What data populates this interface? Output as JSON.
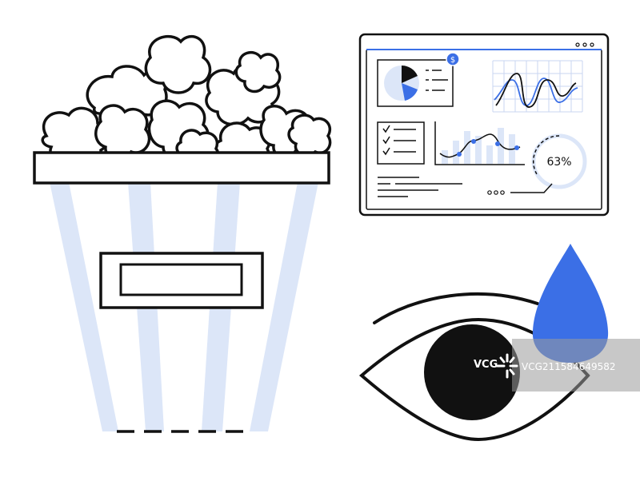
{
  "colors": {
    "stroke": "#111111",
    "accent_blue": "#3b6fe6",
    "light_blue": "#dce6f8",
    "background": "#ffffff",
    "watermark_band": "#9a9a9a"
  },
  "dashboard": {
    "gauge_value_text": "63%",
    "gauge_fraction": 0.63,
    "currency_badge_symbol": "$",
    "checklist_checks": 3
  },
  "icons": {
    "popcorn": "popcorn-bucket-icon",
    "dashboard": "analytics-tablet-icon",
    "eye": "eye-icon",
    "drop": "water-drop-icon"
  },
  "watermark": {
    "logo_text": "VCG",
    "id_text": "VCG211584649582"
  }
}
